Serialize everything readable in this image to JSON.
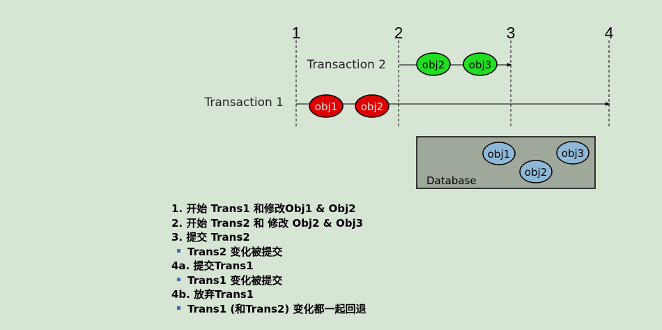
{
  "timeline": {
    "markers": [
      "1",
      "2",
      "3",
      "4"
    ]
  },
  "transactions": [
    {
      "label": "Transaction 2",
      "objects": [
        "obj2",
        "obj3"
      ]
    },
    {
      "label": "Transaction 1",
      "objects": [
        "obj1",
        "obj2"
      ]
    }
  ],
  "database": {
    "label": "Database",
    "objects": [
      "obj1",
      "obj2",
      "obj3"
    ]
  },
  "steps": [
    {
      "text": "1. 开始 Trans1 和修改Obj1 & Obj2"
    },
    {
      "text": "2. 开始 Trans2 和 修改 Obj2 & Obj3"
    },
    {
      "text": "3. 提交 Trans2"
    },
    {
      "text": "Trans2 变化被提交",
      "sub": true
    },
    {
      "text": "4a. 提交Trans1"
    },
    {
      "text": "Trans1 变化被提交",
      "sub": true
    },
    {
      "text": "4b. 放弃Trans1"
    },
    {
      "text": "Trans1 (和Trans2) 变化都一起回退",
      "sub": true
    }
  ],
  "colors": {
    "background": "#d7e5d5",
    "trans1_object": "#dd0000",
    "trans2_object": "#22dd22",
    "db_object": "#8fb8d8",
    "db_box": "#9ea89b",
    "bullet": "#3b6fb6"
  }
}
